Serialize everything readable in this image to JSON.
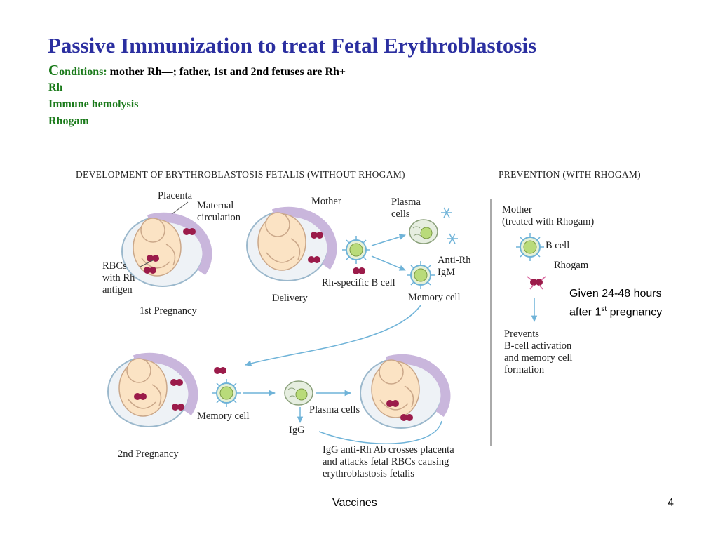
{
  "slide": {
    "title": "Passive Immunization to treat Fetal Erythroblastosis",
    "conditions": {
      "label_initial": "C",
      "label_rest": "onditions:",
      "text": " mother Rh—; father, 1st and 2nd fetuses are Rh+"
    },
    "terms": [
      "Rh",
      "Immune hemolysis",
      "Rhogam"
    ],
    "footer": "Vaccines",
    "page_number": "4"
  },
  "diagram": {
    "left_header": "DEVELOPMENT OF ERYTHROBLASTOSIS FETALIS (WITHOUT RHOGAM)",
    "right_header": "PREVENTION (WITH RHOGAM)",
    "labels": {
      "placenta": "Placenta",
      "maternal_circulation": [
        "Maternal",
        "circulation"
      ],
      "rbcs": [
        "RBCs",
        "with Rh",
        "antigen"
      ],
      "first_pregnancy": "1st Pregnancy",
      "mother": "Mother",
      "delivery": "Delivery",
      "plasma_cells_top": [
        "Plasma",
        "cells"
      ],
      "anti_rh_igm": [
        "Anti-Rh",
        "IgM"
      ],
      "rh_specific_b_cell": "Rh-specific B cell",
      "memory_cell_top": "Memory cell",
      "memory_cell_bottom": "Memory cell",
      "plasma_cells_bottom": "Plasma cells",
      "igg": "IgG",
      "second_pregnancy": "2nd Pregnancy",
      "igg_caption": [
        "IgG anti-Rh Ab crosses placenta",
        "and attacks fetal RBCs causing",
        "erythroblastosis fetalis"
      ]
    },
    "prevention": {
      "mother": [
        "Mother",
        "(treated with Rhogam)"
      ],
      "b_cell": "B cell",
      "rhogam": "Rhogam",
      "prevents": [
        "Prevents",
        "B-cell activation",
        "and memory cell",
        "formation"
      ]
    },
    "note": {
      "line1": "Given 24-48 hours",
      "line2_pre": "after 1",
      "line2_sup": "st",
      "line2_post": " pregnancy"
    }
  },
  "colors": {
    "title": "#2b2fa0",
    "green_label": "#1a7a1a",
    "arrow": "#6fb3d8",
    "cell_fill": "#b9db7a",
    "rbc": "#9b1b4a",
    "fetus_skin": "#fbe3c4",
    "placenta": "#c9b6dc"
  }
}
